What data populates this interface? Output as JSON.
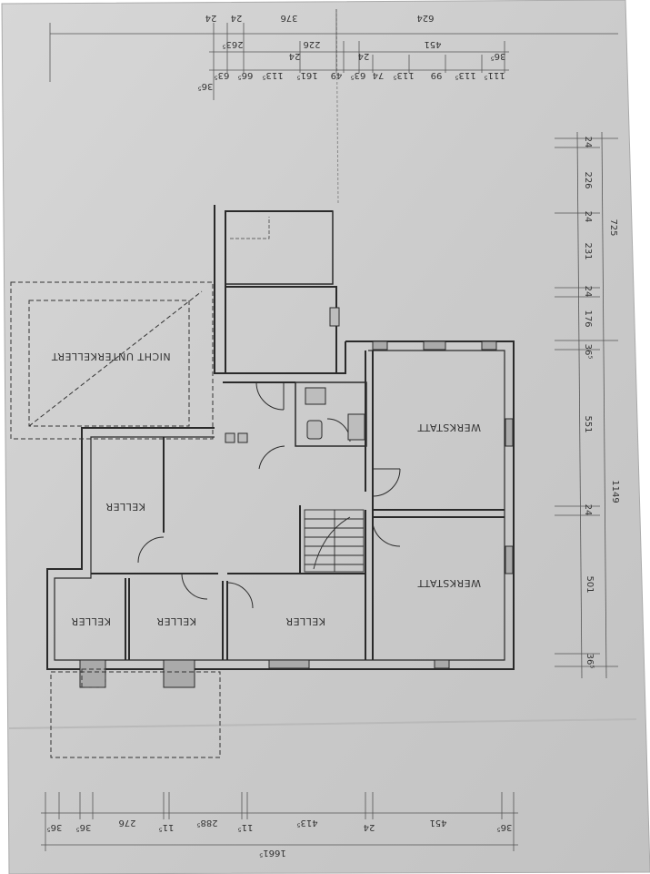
{
  "colors": {
    "paper": "#c9c9c9",
    "paper_light": "#dcdcdc",
    "ink": "#2a2a2a",
    "dim_ink": "#444444"
  },
  "rooms": {
    "nicht_unterkellert": "NICHT UNTERKELLERT",
    "werkstatt_upper": "WERKSTATT",
    "werkstatt_lower": "WERKSTATT",
    "keller_left": "KELLER",
    "keller_small_left": "KELLER",
    "keller_small_mid": "KELLER",
    "keller_bottom": "KELLER"
  },
  "dims_top_outer": [
    "24",
    "24",
    "376",
    "624"
  ],
  "dims_top_middle": [
    "263⁵",
    "24",
    "226",
    "24",
    "451",
    "36⁵"
  ],
  "dims_top_inner": [
    "36⁵",
    "63⁵",
    "66⁵",
    "113⁵",
    "161⁵",
    "49",
    "63⁵",
    "74",
    "113⁵",
    "99",
    "113⁵",
    "111⁵"
  ],
  "dims_right_inner": [
    "24",
    "226",
    "24",
    "231",
    "24",
    "176",
    "36⁵",
    "551",
    "24",
    "501",
    "36⁵"
  ],
  "dims_right_outer": [
    "725",
    "1149"
  ],
  "dims_bottom_inner": [
    "36⁵",
    "36⁵",
    "276",
    "11⁵",
    "288⁵",
    "11⁵",
    "413⁵",
    "24",
    "451",
    "36⁵"
  ],
  "dims_bottom_total": "1661⁵"
}
